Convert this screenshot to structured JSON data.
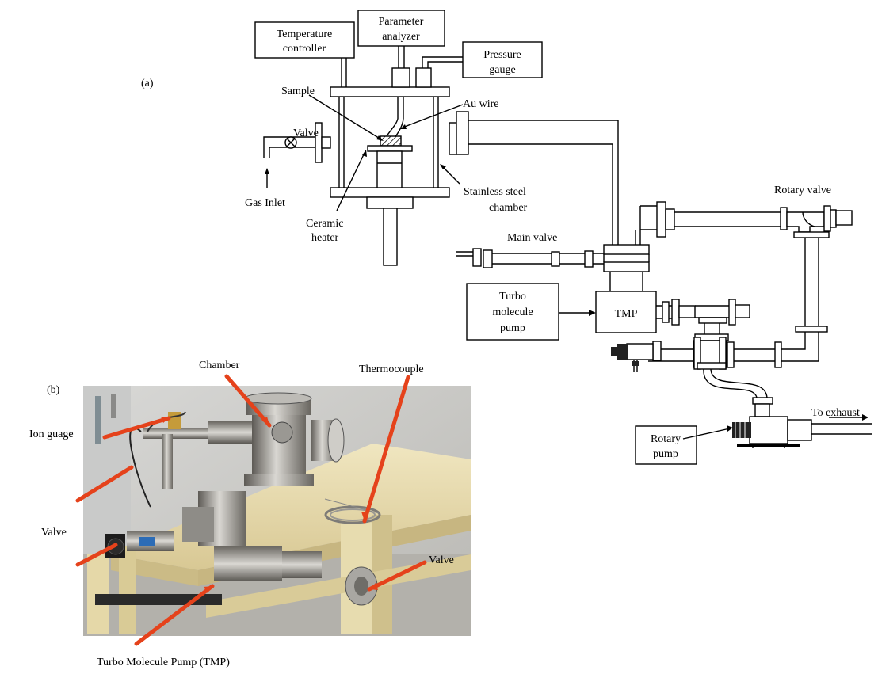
{
  "panel_a": {
    "tag": "(a)",
    "boxes": {
      "temperature_controller": [
        "Temperature",
        "controller"
      ],
      "parameter_analyzer": [
        "Parameter",
        "analyzer"
      ],
      "pressure_gauge": [
        "Pressure",
        "gauge"
      ],
      "turbo_pump": [
        "Turbo",
        "molecule",
        "pump"
      ],
      "tmp": "TMP",
      "rotary_pump": [
        "Rotary",
        "pump"
      ]
    },
    "labels": {
      "sample": "Sample",
      "au_wire": "Au wire",
      "valve": "Valve",
      "gas_inlet": "Gas Inlet",
      "ceramic_heater": [
        "Ceramic",
        "heater"
      ],
      "chamber": [
        "Stainless steel",
        "chamber"
      ],
      "rotary_valve": "Rotary valve",
      "main_valve": "Main valve",
      "to_exhaust": "To exhaust"
    }
  },
  "panel_b": {
    "tag": "(b)",
    "labels": {
      "chamber": "Chamber",
      "thermocouple": "Thermocouple",
      "ion_gauge": "Ion guage",
      "valve_left": "Valve",
      "valve_right": "Valve",
      "tmp": "Turbo Molecule Pump (TMP)"
    }
  }
}
